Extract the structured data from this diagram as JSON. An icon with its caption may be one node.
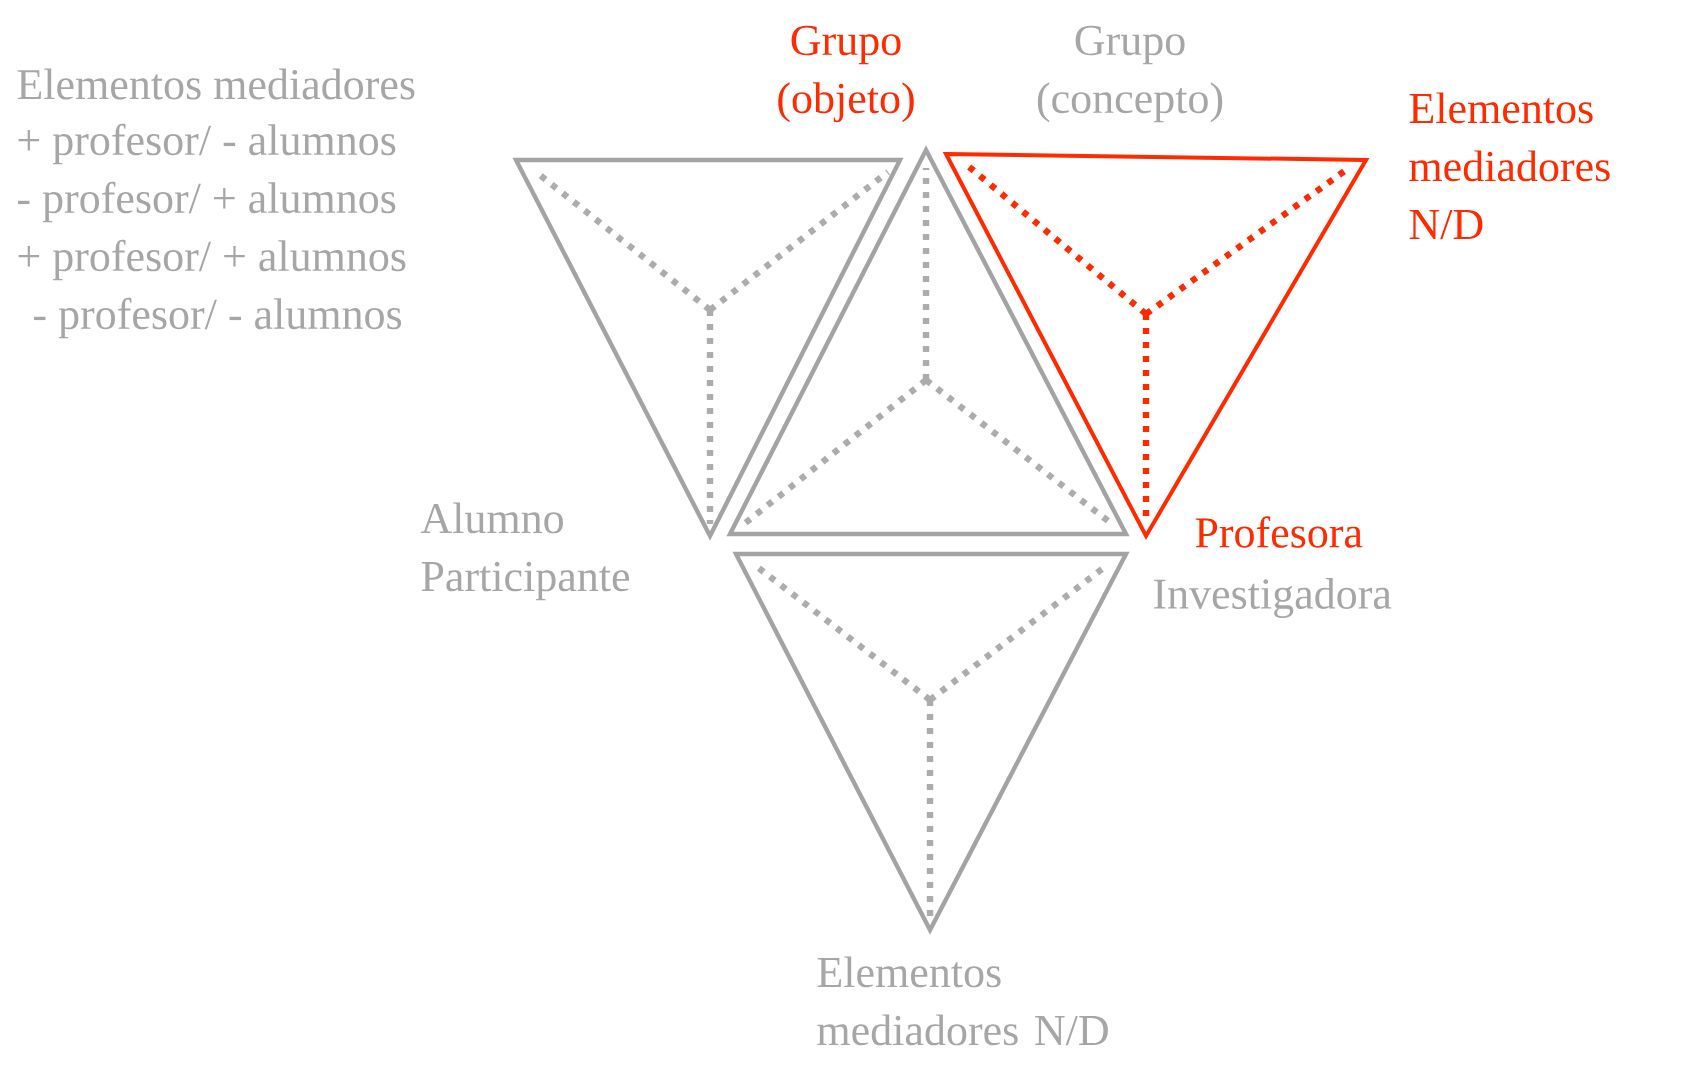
{
  "diagram": {
    "labels": [
      "Elementos mediadores",
      "Grupo (objeto)",
      "Grupo (concepto)",
      "Elementos mediadores N/D",
      "+ profesor/ - alumnos",
      "- profesor/ + alumnos",
      "+ profesor/ + alumnos",
      "- profesor/ - alumnos",
      "Alumno Participante",
      "Profesora",
      "Investigadora",
      "Elementos mediadores N/D"
    ]
  }
}
